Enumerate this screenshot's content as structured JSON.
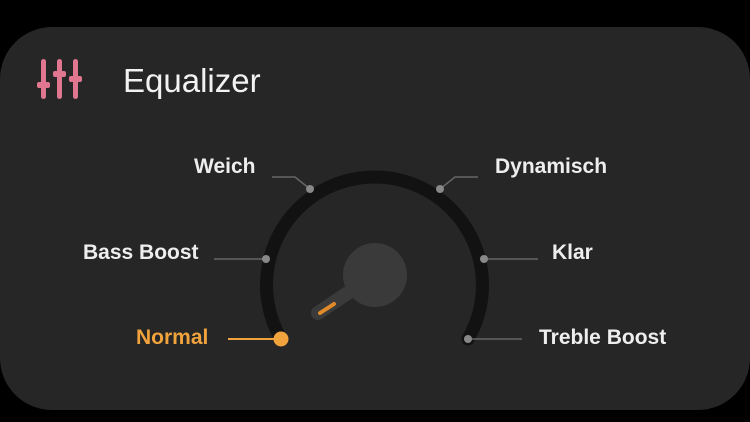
{
  "header": {
    "title": "Equalizer",
    "icon": "equalizer-sliders-icon"
  },
  "dial": {
    "presets": [
      "Normal",
      "Bass Boost",
      "Weich",
      "Dynamisch",
      "Klar",
      "Treble Boost"
    ],
    "selected": "Normal",
    "selected_index": 0
  },
  "colors": {
    "accent": "#f0a23c",
    "icon": "#e0768f",
    "background": "#262626"
  }
}
